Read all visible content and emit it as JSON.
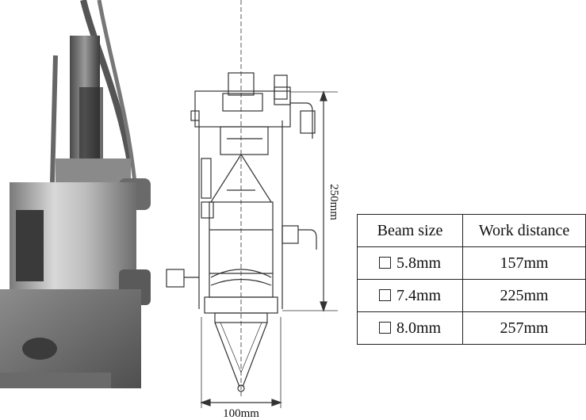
{
  "drawing": {
    "height_dimension": "250mm",
    "width_dimension": "100mm"
  },
  "table": {
    "headers": [
      "Beam size",
      "Work distance"
    ],
    "rows": [
      {
        "beam_size": "5.8mm",
        "work_distance": "157mm"
      },
      {
        "beam_size": "7.4mm",
        "work_distance": "225mm"
      },
      {
        "beam_size": "8.0mm",
        "work_distance": "257mm"
      }
    ]
  }
}
